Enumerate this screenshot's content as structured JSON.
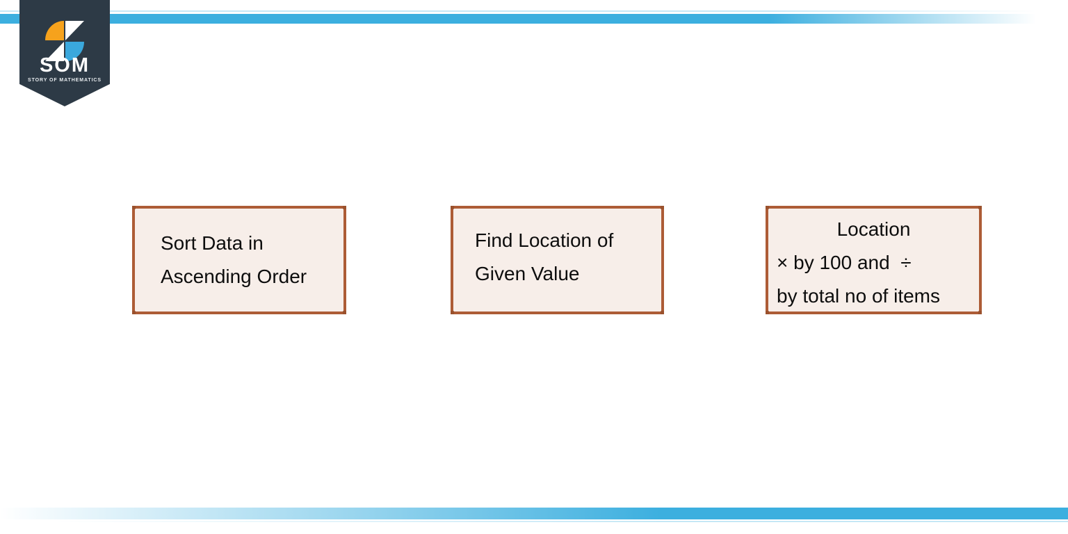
{
  "logo": {
    "title": "SOM",
    "subtitle": "STORY OF MATHEMATICS",
    "icon": "pinwheel-icon",
    "colors": {
      "badge_navy": "#2d3a46",
      "pinwheel_orange": "#f6a21c",
      "pinwheel_blue": "#3aa8dd",
      "pinwheel_white": "#ffffff"
    }
  },
  "decor": {
    "accent_blue": "#3cafdf",
    "top_bar_fade": "left-solid-to-right-transparent",
    "bottom_bar_fade": "left-transparent-to-right-solid"
  },
  "diagram": {
    "box_fill": "#f7eee9",
    "box_border": "#ad5c36",
    "boxes": [
      {
        "lines": [
          "Sort Data in",
          "Ascending Order"
        ]
      },
      {
        "lines": [
          "Find Location of",
          "Given Value"
        ]
      },
      {
        "lines": [
          "Location",
          "× by 100 and  ÷",
          "by total no of items"
        ]
      }
    ]
  }
}
